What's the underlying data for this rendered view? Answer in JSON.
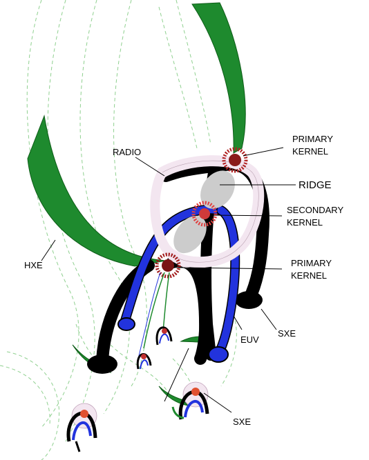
{
  "labels": {
    "primary_kernel_top": [
      "PRIMARY",
      "KERNEL"
    ],
    "ridge": "RIDGE",
    "secondary_kernel": [
      "SECONDARY",
      "KERNEL"
    ],
    "primary_kernel_bottom": [
      "PRIMARY",
      "KERNEL"
    ],
    "radio": "RADIO",
    "hxe": "HXE",
    "euv": "EUV",
    "sxe_right": "SXE",
    "sxe_bottom": "SXE"
  },
  "colors": {
    "hxe_band": "#1e8a2e",
    "guide_lines": "#8fd08f",
    "black_loops": "#000000",
    "euv_loops": "#2233dd",
    "radio_ring": "#f3e6f0",
    "ridge": "#cccccc",
    "kernel": "#b02020"
  }
}
